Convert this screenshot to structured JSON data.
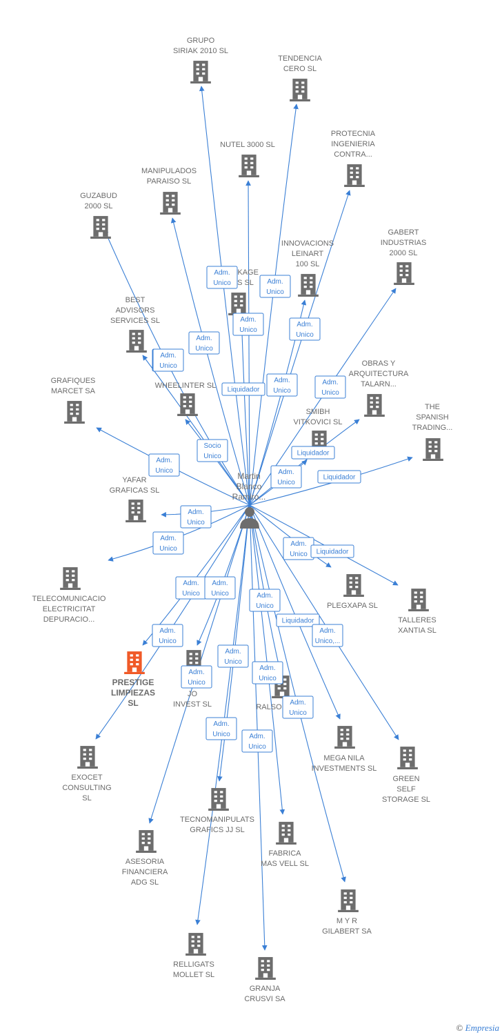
{
  "colors": {
    "edge": "#3a7fd5",
    "building": "#6d6d6d",
    "highlight": "#f05a28",
    "person": "#6d6d6d",
    "label": "#6b6b6b"
  },
  "center": {
    "lines": [
      "Martin",
      "Blanco",
      "Ramiro..."
    ],
    "icon": "person-icon"
  },
  "nodes": [
    {
      "id": "grupo-siriak",
      "lines": [
        "GRUPO",
        "SIRIAK 2010 SL"
      ],
      "icon": "building-icon"
    },
    {
      "id": "tendencia-cero",
      "lines": [
        "TENDENCIA",
        "CERO SL"
      ],
      "icon": "building-icon"
    },
    {
      "id": "protecnia",
      "lines": [
        "PROTECNIA",
        "INGENIERIA",
        "CONTRA..."
      ],
      "icon": "building-icon"
    },
    {
      "id": "nutel-3000",
      "lines": [
        "NUTEL 3000 SL"
      ],
      "icon": "building-icon"
    },
    {
      "id": "manipulados-paraiso",
      "lines": [
        "MANIPULADOS",
        "PARAISO SL"
      ],
      "icon": "building-icon"
    },
    {
      "id": "guzabud-2000",
      "lines": [
        "GUZABUD",
        "2000 SL"
      ],
      "icon": "building-icon"
    },
    {
      "id": "gabert-industrias",
      "lines": [
        "GABERT",
        "INDUSTRIAS",
        "2000 SL"
      ],
      "icon": "building-icon"
    },
    {
      "id": "innovacions-leinart",
      "lines": [
        "INNOVACIONS",
        "LEINART",
        "100 SL"
      ],
      "icon": "building-icon"
    },
    {
      "id": "xkage",
      "lines": [
        "XKAGE",
        "S SL"
      ],
      "icon": "building-icon"
    },
    {
      "id": "best-advisors",
      "lines": [
        "BEST",
        "ADVISORS",
        "SERVICES SL"
      ],
      "icon": "building-icon"
    },
    {
      "id": "obras-arquitectura",
      "lines": [
        "OBRAS Y",
        "ARQUITECTURA",
        "TALARN..."
      ],
      "icon": "building-icon"
    },
    {
      "id": "grafiques-marcet",
      "lines": [
        "GRAFIQUES",
        "MARCET SA"
      ],
      "icon": "building-icon"
    },
    {
      "id": "wheelinter",
      "lines": [
        "WHEELINTER SL"
      ],
      "icon": "building-icon"
    },
    {
      "id": "the-spanish-trading",
      "lines": [
        "THE",
        "SPANISH",
        "TRADING..."
      ],
      "icon": "building-icon"
    },
    {
      "id": "smibh-vitkovici",
      "lines": [
        "SMIBH",
        "VITKOVICI SL"
      ],
      "icon": "building-icon"
    },
    {
      "id": "yafar-graficas",
      "lines": [
        "YAFAR",
        "GRAFICAS  SL"
      ],
      "icon": "building-icon"
    },
    {
      "id": "telecomunicacio",
      "lines": [
        "TELECOMUNICACIO",
        "ELECTRICITAT",
        "DEPURACIO..."
      ],
      "icon": "building-icon"
    },
    {
      "id": "plegxapa",
      "lines": [
        "PLEGXAPA SL"
      ],
      "icon": "building-icon"
    },
    {
      "id": "talleres-xantia",
      "lines": [
        "TALLERES",
        "XANTIA SL"
      ],
      "icon": "building-icon"
    },
    {
      "id": "prestige-limpiezas",
      "lines": [
        "PRESTIGE",
        "LIMPIEZAS",
        "SL"
      ],
      "icon": "building-icon",
      "highlight": true
    },
    {
      "id": "jo-invest",
      "lines": [
        "JO",
        "INVEST SL"
      ],
      "icon": "building-icon"
    },
    {
      "id": "ralso",
      "lines": [
        "RALSO"
      ],
      "icon": "building-icon"
    },
    {
      "id": "exocet-consulting",
      "lines": [
        "EXOCET",
        "CONSULTING",
        "SL"
      ],
      "icon": "building-icon"
    },
    {
      "id": "mega-nila",
      "lines": [
        "MEGA NILA",
        "INVESTMENTS SL"
      ],
      "icon": "building-icon"
    },
    {
      "id": "green-self-storage",
      "lines": [
        "GREEN",
        "SELF",
        "STORAGE SL"
      ],
      "icon": "building-icon"
    },
    {
      "id": "tecnomanipulats",
      "lines": [
        "TECNOMANIPULATS",
        "GRAFICS JJ SL"
      ],
      "icon": "building-icon"
    },
    {
      "id": "fabrica-mas-vell",
      "lines": [
        "FABRICA",
        "MAS VELL SL"
      ],
      "icon": "building-icon"
    },
    {
      "id": "asesoria-financiera",
      "lines": [
        "ASESORIA",
        "FINANCIERA",
        "ADG SL"
      ],
      "icon": "building-icon"
    },
    {
      "id": "myr-gilabert",
      "lines": [
        "M Y R",
        "GILABERT SA"
      ],
      "icon": "building-icon"
    },
    {
      "id": "relligats-mollet",
      "lines": [
        "RELLIGATS",
        "MOLLET SL"
      ],
      "icon": "building-icon"
    },
    {
      "id": "granja-crusvi",
      "lines": [
        "GRANJA",
        "CRUSVI SA"
      ],
      "icon": "building-icon"
    }
  ],
  "edges": [
    {
      "to": "grupo-siriak",
      "role": [
        "Adm.",
        "Unico"
      ]
    },
    {
      "to": "tendencia-cero",
      "role": [
        "Adm.",
        "Unico"
      ]
    },
    {
      "to": "protecnia",
      "role": [
        "Adm.",
        "Unico"
      ]
    },
    {
      "to": "nutel-3000",
      "role": [
        "Adm.",
        "Unico"
      ]
    },
    {
      "to": "manipulados-paraiso",
      "role": [
        "Adm.",
        "Unico"
      ]
    },
    {
      "to": "guzabud-2000",
      "role": [
        "Adm.",
        "Unico"
      ]
    },
    {
      "to": "gabert-industrias",
      "role": [
        "Adm.",
        "Unico"
      ]
    },
    {
      "to": "innovacions-leinart",
      "role": [
        "Adm.",
        "Unico"
      ]
    },
    {
      "to": "xkage",
      "role": [
        "Liquidador"
      ]
    },
    {
      "to": "best-advisors",
      "role": [
        "Adm.",
        "Unico"
      ]
    },
    {
      "to": "obras-arquitectura",
      "role": [
        "Liquidador"
      ]
    },
    {
      "to": "grafiques-marcet",
      "role": [
        "Adm.",
        "Unico"
      ]
    },
    {
      "to": "wheelinter",
      "role": [
        "Socio",
        "Unico"
      ]
    },
    {
      "to": "the-spanish-trading",
      "role": [
        "Liquidador"
      ]
    },
    {
      "to": "smibh-vitkovici",
      "role": [
        "Adm.",
        "Unico"
      ]
    },
    {
      "to": "yafar-graficas",
      "role": [
        "Adm.",
        "Unico"
      ]
    },
    {
      "to": "telecomunicacio",
      "role": [
        "Adm.",
        "Unico"
      ]
    },
    {
      "to": "plegxapa",
      "role": [
        "Adm.",
        "Unico"
      ]
    },
    {
      "to": "talleres-xantia",
      "role": [
        "Liquidador"
      ]
    },
    {
      "to": "prestige-limpiezas",
      "role": [
        "Adm.",
        "Unico"
      ]
    },
    {
      "to": "jo-invest",
      "role": [
        "Adm.",
        "Unico"
      ]
    },
    {
      "to": "ralso",
      "role": [
        "Adm.",
        "Unico"
      ]
    },
    {
      "to": "exocet-consulting",
      "role": [
        "Adm.",
        "Unico"
      ]
    },
    {
      "to": "mega-nila",
      "role": [
        "Liquidador"
      ]
    },
    {
      "to": "green-self-storage",
      "role": [
        "Adm.",
        "Unico,..."
      ]
    },
    {
      "to": "tecnomanipulats",
      "role": [
        "Adm.",
        "Unico"
      ]
    },
    {
      "to": "fabrica-mas-vell",
      "role": [
        "Adm.",
        "Unico"
      ]
    },
    {
      "to": "asesoria-financiera",
      "role": [
        "Adm.",
        "Unico"
      ]
    },
    {
      "to": "myr-gilabert",
      "role": [
        "Adm.",
        "Unico"
      ]
    },
    {
      "to": "relligats-mollet",
      "role": [
        "Adm.",
        "Unico"
      ]
    },
    {
      "to": "granja-crusvi",
      "role": [
        "Adm.",
        "Unico"
      ]
    }
  ],
  "footer": {
    "copyright": "©",
    "brand": "Empresia"
  }
}
